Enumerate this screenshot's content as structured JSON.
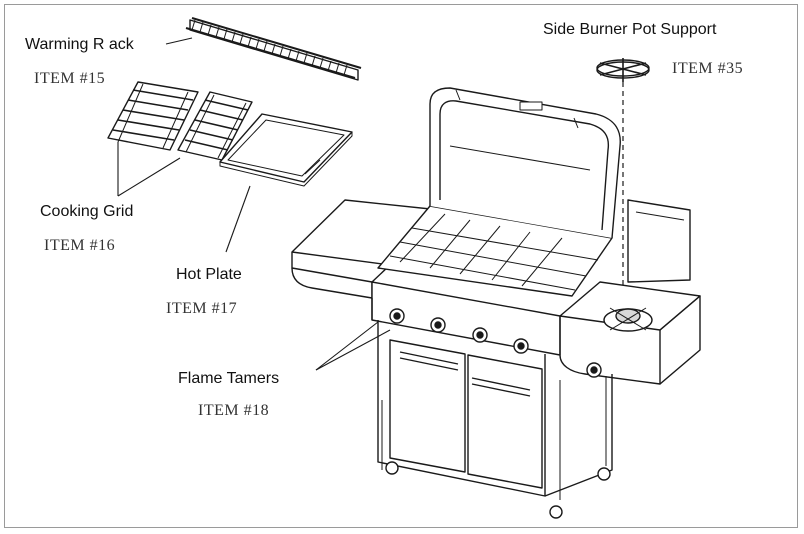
{
  "parts": [
    {
      "name": "Warming  R ack",
      "item": "ITEM #15"
    },
    {
      "name": "Cooking Grid",
      "item": "ITEM #16"
    },
    {
      "name": "Hot Plate",
      "item": "ITEM #17"
    },
    {
      "name": "Flame Tamers",
      "item": "ITEM #18"
    },
    {
      "name": "Side  Burner  Pot  Support",
      "item": "ITEM #35"
    }
  ],
  "colors": {
    "line": "#1a1a1a",
    "frame": "#9a9a9a",
    "shade": "#d9d9d9"
  }
}
